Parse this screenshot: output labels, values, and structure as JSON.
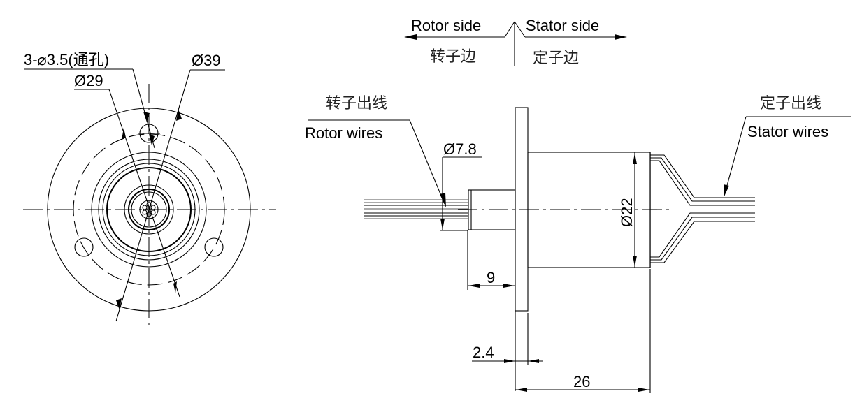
{
  "title": "Slip ring dimensional drawing",
  "front_view": {
    "hole_callout": "3-⌀3.5(通孔)",
    "outer_diameter": "Ø39",
    "pcd_diameter": "Ø29"
  },
  "side_indicator": {
    "rotor_side_en": "Rotor side",
    "rotor_side_cn": "转子边",
    "stator_side_en": "Stator side",
    "stator_side_cn": "定子边"
  },
  "side_view": {
    "rotor_wires_cn": "转子出线",
    "rotor_wires_en": "Rotor wires",
    "stator_wires_cn": "定子出线",
    "stator_wires_en": "Stator wires",
    "shaft_diameter": "Ø7.8",
    "body_diameter": "Ø22",
    "shaft_length": "9",
    "flange_thickness": "2.4",
    "overall_length": "26"
  },
  "colors": {
    "line": "#000000",
    "background": "#ffffff"
  }
}
